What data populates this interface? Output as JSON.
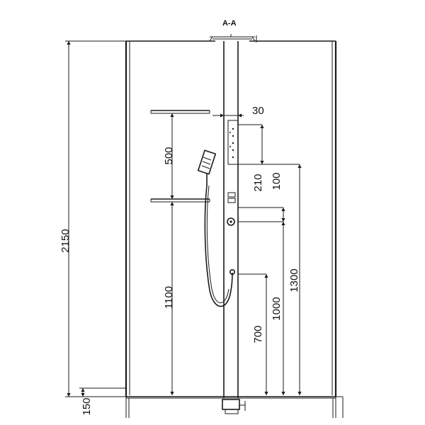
{
  "section_title": "A-A",
  "dimensions": {
    "overall_height": "2150",
    "tray_height": "150",
    "shelf_spacing": "500",
    "lower_shelf_height": "1100",
    "panel_thickness": "30",
    "top_jet_drop": "210",
    "control_offset": "100",
    "control_height": "1300",
    "diverter_height": "1000",
    "hose_outlet_height": "700"
  }
}
